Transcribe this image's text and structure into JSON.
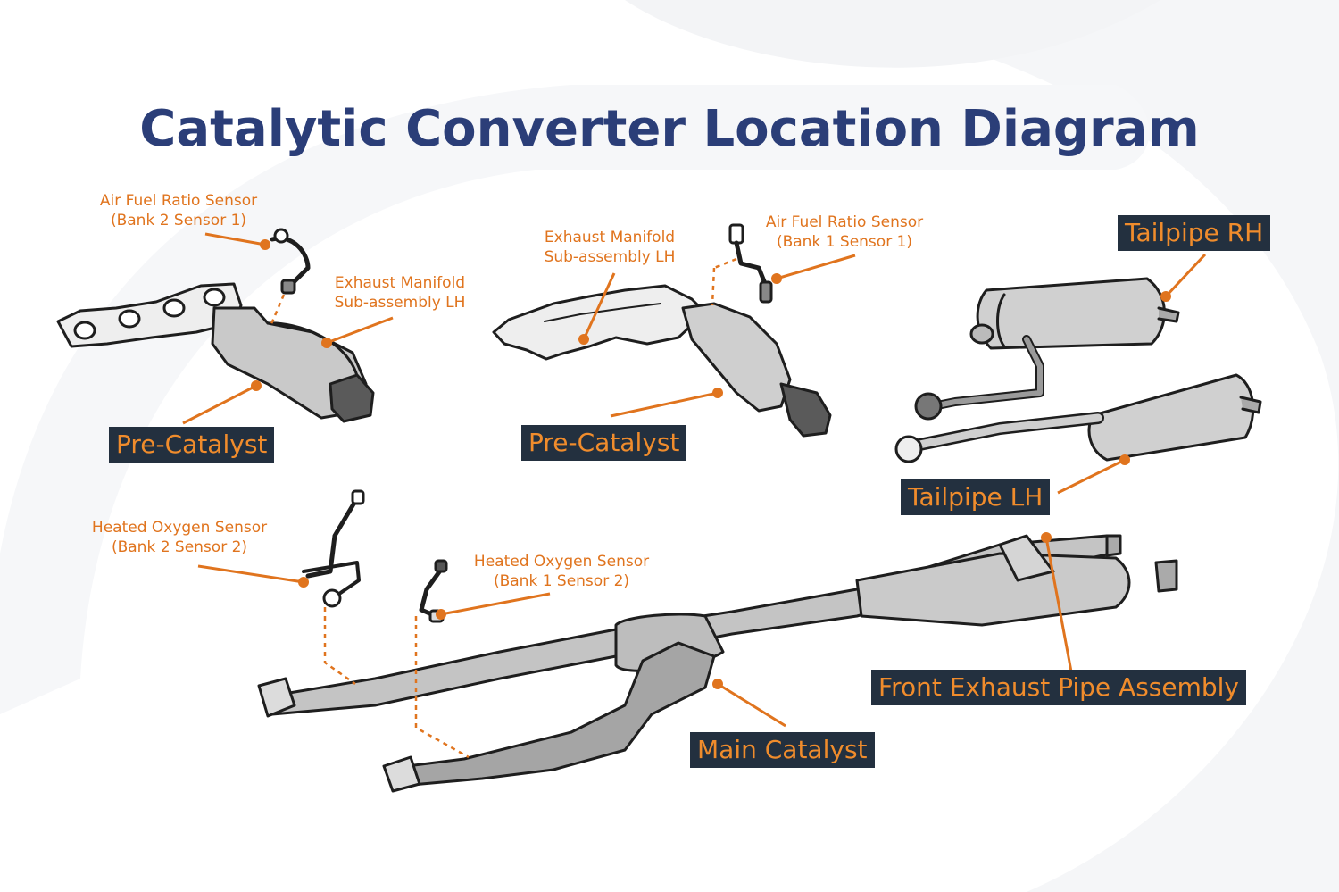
{
  "title": "Catalytic Converter Location Diagram",
  "colors": {
    "title": "#2b3e78",
    "accent": "#e0741e",
    "label_bg": "#23303f",
    "label_text": "#f08c2c",
    "part_fill": "#c9c9c9",
    "part_outline": "#1e1e1e"
  },
  "labels": {
    "afr_bank2": [
      "Air Fuel Ratio Sensor",
      "(Bank 2 Sensor 1)"
    ],
    "manifold_left": [
      "Exhaust Manifold",
      "Sub-assembly LH"
    ],
    "manifold_mid": [
      "Exhaust Manifold",
      "Sub-assembly LH"
    ],
    "afr_bank1": [
      "Air Fuel Ratio Sensor",
      "(Bank 1 Sensor 1)"
    ],
    "ho2_bank2": [
      "Heated Oxygen Sensor",
      "(Bank 2 Sensor 2)"
    ],
    "ho2_bank1": [
      "Heated Oxygen Sensor",
      "(Bank 1 Sensor 2)"
    ]
  },
  "boxes": {
    "pre_catalyst_left": "Pre-Catalyst",
    "pre_catalyst_mid": "Pre-Catalyst",
    "tailpipe_rh": "Tailpipe RH",
    "tailpipe_lh": "Tailpipe LH",
    "front_exhaust": "Front Exhaust Pipe Assembly",
    "main_catalyst": "Main Catalyst"
  }
}
